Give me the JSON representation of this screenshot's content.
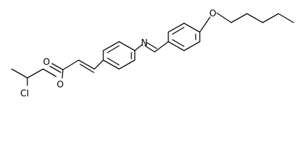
{
  "molecule": {
    "atoms": {
      "oxygen_carbonyl": "O",
      "oxygen_ester": "O",
      "oxygen_ether": "O",
      "nitrogen_imine": "N",
      "chlorine": "Cl"
    }
  }
}
